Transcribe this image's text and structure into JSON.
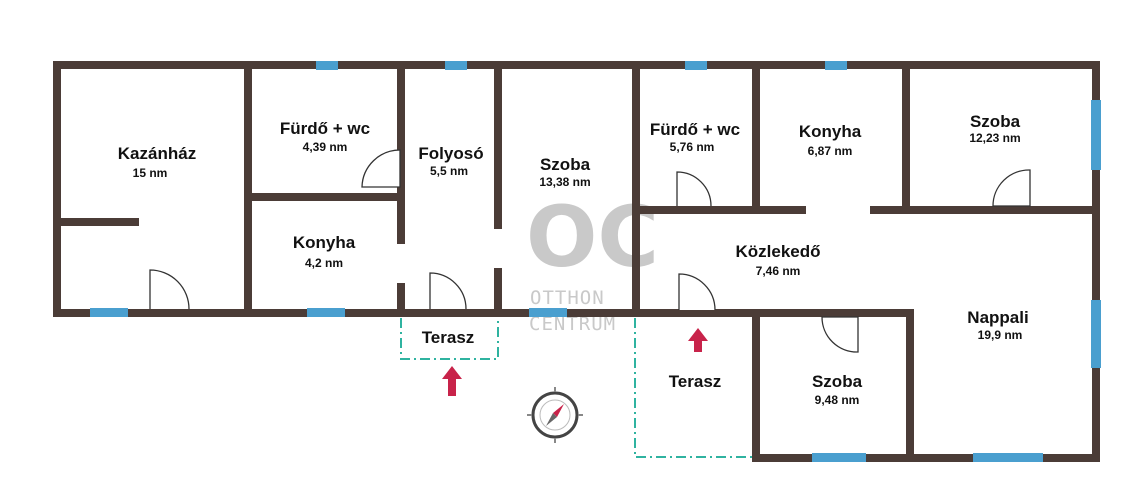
{
  "colors": {
    "wall": "#4b3c37",
    "window": "#4a9fcf",
    "terrace_line": "#2fb3a0",
    "arrow": "#c8234a",
    "door": "#333333"
  },
  "watermark": {
    "logo": "OC",
    "line1": "OTTHON",
    "line2": "CENTRUM"
  },
  "rooms": [
    {
      "id": "kazanhaz",
      "name": "Kazánház",
      "area": "15 nm"
    },
    {
      "id": "furdo1",
      "name": "Fürdő + wc",
      "area": "4,39 nm"
    },
    {
      "id": "folyoso",
      "name": "Folyosó",
      "area": "5,5 nm"
    },
    {
      "id": "szoba1",
      "name": "Szoba",
      "area": "13,38 nm"
    },
    {
      "id": "konyha1",
      "name": "Konyha",
      "area": "4,2 nm"
    },
    {
      "id": "furdo2",
      "name": "Fürdő + wc",
      "area": "5,76 nm"
    },
    {
      "id": "konyha2",
      "name": "Konyha",
      "area": "6,87 nm"
    },
    {
      "id": "szoba2",
      "name": "Szoba",
      "area": "12,23 nm"
    },
    {
      "id": "kozlekedo",
      "name": "Közlekedő",
      "area": "7,46 nm"
    },
    {
      "id": "nappali",
      "name": "Nappali",
      "area": "19,9 nm"
    },
    {
      "id": "szoba3",
      "name": "Szoba",
      "area": "9,48 nm"
    }
  ],
  "terraces": [
    {
      "id": "terasz1",
      "name": "Terasz"
    },
    {
      "id": "terasz2",
      "name": "Terasz"
    }
  ],
  "icons": {
    "compass": "compass-icon",
    "entrance_arrow": "entrance-arrow-icon"
  }
}
